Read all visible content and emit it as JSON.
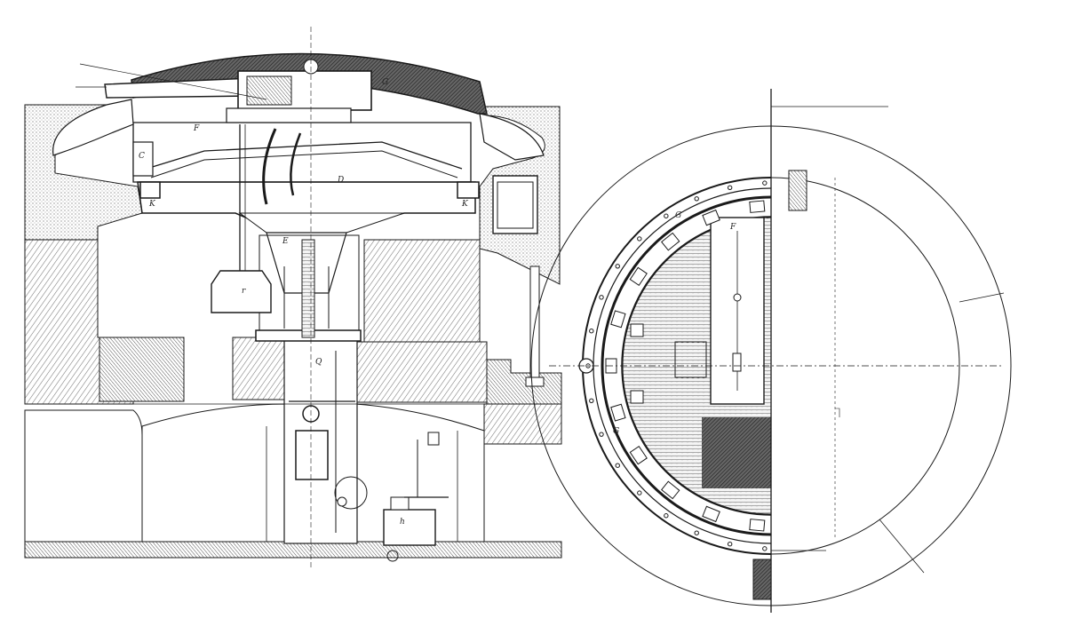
{
  "drawing": {
    "kind": "technical engraving",
    "colors": {
      "ink": "#1a1a1a",
      "paper": "#ffffff",
      "hatch": "#777777"
    }
  },
  "section_view": {
    "labels": [
      "C",
      "F",
      "D",
      "G",
      "K",
      "K",
      "E",
      "r",
      "Q",
      "h"
    ]
  },
  "plan_view": {
    "labels": [
      "G",
      "F",
      "G"
    ]
  }
}
